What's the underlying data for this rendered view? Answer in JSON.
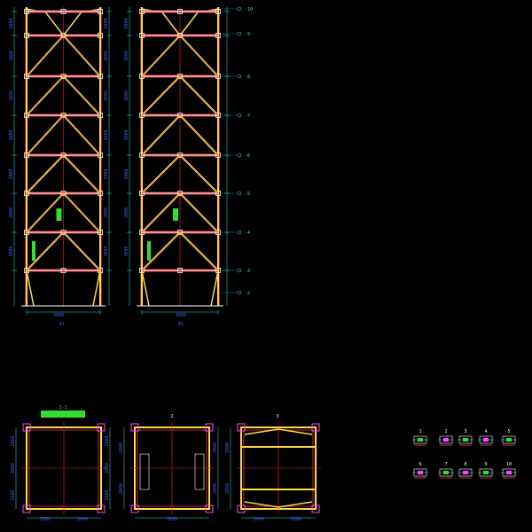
{
  "colors": {
    "background": "#000000",
    "beam_yellow": "#ffd84a",
    "column_red": "#e23a3a",
    "node_white": "#ffffff",
    "dim_cyan": "#33e6e6",
    "text_blue": "#3b5cff",
    "fill_green": "#33dd33",
    "magenta": "#ff44ff",
    "axis_red": "#ff2020"
  },
  "elevation_a": {
    "bottom_dim": "3000",
    "axis_label": "A1",
    "left_dims": [
      "3000",
      "3000",
      "3000",
      "3000",
      "3000",
      "3000",
      "3000"
    ],
    "right_dims": [
      "3000",
      "3000",
      "3000",
      "3000",
      "3000",
      "3000",
      "3000"
    ]
  },
  "elevation_b": {
    "bottom_dim": "3000",
    "axis_label": "B1",
    "left_dims": [
      "3000",
      "3000",
      "3000",
      "3000",
      "3000",
      "3000",
      "3000"
    ],
    "level_marks": [
      "-10",
      "-9",
      "-8",
      "-7",
      "-6",
      "-5",
      "-4",
      "-3",
      "-2"
    ]
  },
  "plan_1": {
    "title": "1-1",
    "dims_bottom": [
      "3000",
      "3000"
    ],
    "dims_left": [
      "2000",
      "2000",
      "2000"
    ],
    "dims_right": [
      "2000",
      "2000",
      "2000"
    ]
  },
  "plan_2": {
    "marker": "2",
    "dims_bottom": [
      "3000"
    ],
    "dims_left": [
      "2000",
      "2000"
    ],
    "dims_right": [
      "2000",
      "2000"
    ]
  },
  "plan_3": {
    "marker": "3",
    "dims_bottom": [
      "3000",
      "3000"
    ],
    "dims_left": [
      "2000",
      "2000"
    ]
  },
  "details": {
    "top_row_labels": [
      "1",
      "2",
      "3",
      "4",
      "5"
    ],
    "bottom_row_labels": [
      "6",
      "7",
      "8",
      "9",
      "10"
    ]
  }
}
